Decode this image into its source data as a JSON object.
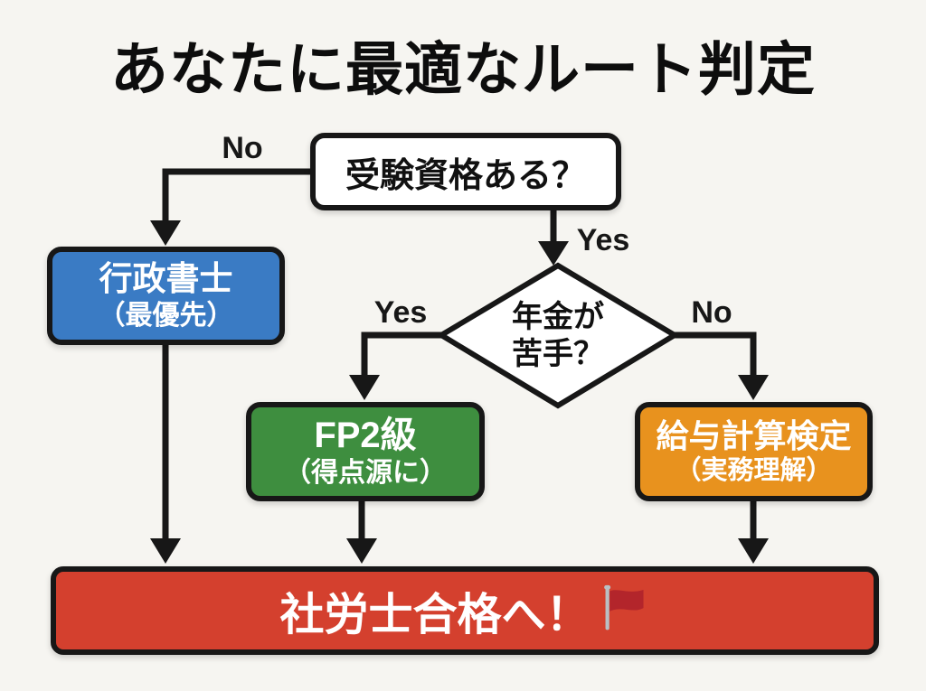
{
  "title": "あなたに最適なルート判定",
  "colors": {
    "background": "#f6f5f1",
    "line": "#171717",
    "box_border": "#171717",
    "white_box": "#ffffff",
    "blue": "#3a7bc4",
    "green": "#3e8e3f",
    "orange": "#e8921e",
    "red": "#d4402e",
    "flag_red": "#b3252b",
    "flag_pole": "#b9bfc4",
    "text_light": "#ffffff",
    "text_dark": "#111111"
  },
  "flowchart": {
    "start": {
      "label": "受験資格ある？"
    },
    "decision": {
      "line1": "年金が",
      "line2": "苦手？"
    },
    "gyoseishoshi": {
      "line1": "行政書士",
      "line2": "（最優先）"
    },
    "fp2": {
      "line1": "FP2級",
      "line2": "（得点源に）"
    },
    "kyuyo": {
      "line1": "給与計算検定",
      "line2": "（実務理解）"
    },
    "goal": {
      "label": "社労士合格へ！"
    },
    "edge_labels": {
      "start_no": "No",
      "start_yes": "Yes",
      "decision_yes": "Yes",
      "decision_no": "No"
    }
  },
  "icons": {
    "goal_flag": "red-flag-icon"
  }
}
